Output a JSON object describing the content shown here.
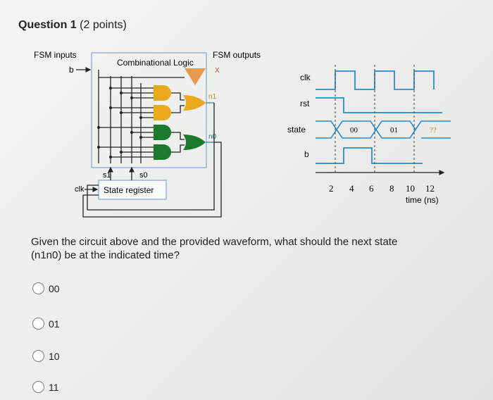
{
  "question": {
    "title": "Question 1",
    "points": "(2 points)",
    "prompt_line1": "Given the circuit above and the provided waveform, what should the next state",
    "prompt_line2": "(n1n0) be at the indicated time?"
  },
  "circuit": {
    "fsm_inputs_label": "FSM inputs",
    "fsm_outputs_label": "FSM outputs",
    "input_b": "b",
    "output_x": "X",
    "comb_logic_label": "Combinational Logic",
    "n1_label": "n1",
    "n0_label": "n0",
    "s1_label": "s1",
    "s0_label": "s0",
    "clk_label": "clk",
    "state_register_label": "State register",
    "colors": {
      "and_gate_yellow": "#e9a91c",
      "and_gate_green": "#1c7a2c",
      "or_gate_blue": "#2b8cc6",
      "x_output_orange": "#e79a4a",
      "box_outline": "#8fb0d8"
    }
  },
  "waveform": {
    "signals": [
      "clk",
      "rst",
      "state",
      "b"
    ],
    "state_values": [
      "00",
      "01",
      "??"
    ],
    "time_ticks": [
      "2",
      "4",
      "6",
      "8",
      "10",
      "12"
    ],
    "time_axis_label": "time (ns)"
  },
  "options": [
    {
      "label": "00"
    },
    {
      "label": "01"
    },
    {
      "label": "10"
    },
    {
      "label": "11"
    }
  ]
}
